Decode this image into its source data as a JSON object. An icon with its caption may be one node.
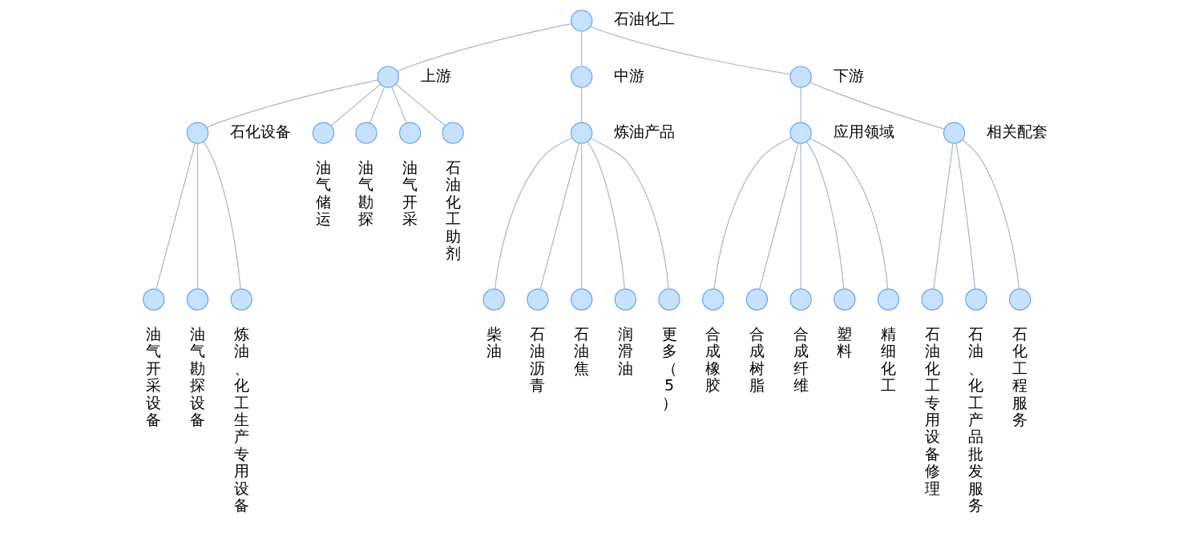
{
  "diagram": {
    "nodes": [
      {
        "text": [],
        "shape": "circle",
        "beside": [
          "石油化工"
        ]
      },
      {
        "text": [],
        "shape": "circle",
        "beside": [
          "上游"
        ]
      },
      {
        "text": [],
        "shape": "circle",
        "beside": [
          "中游"
        ]
      },
      {
        "text": [],
        "shape": "circle",
        "beside": [
          "下游"
        ]
      },
      {
        "text": [],
        "shape": "circle",
        "beside": [
          "石化设备"
        ]
      },
      {
        "text": [],
        "shape": "circle",
        "beside": [
          "油气储运"
        ]
      },
      {
        "text": [],
        "shape": "circle",
        "beside": [
          "油气勘探"
        ]
      },
      {
        "text": [],
        "shape": "circle",
        "beside": [
          "油气开采"
        ]
      },
      {
        "text": [],
        "shape": "circle",
        "beside": [
          "石油化工助剂"
        ]
      },
      {
        "text": [],
        "shape": "circle",
        "beside": [
          "炼油产品"
        ]
      },
      {
        "text": [],
        "shape": "circle",
        "beside": [
          "应用领域"
        ]
      },
      {
        "text": [],
        "shape": "circle",
        "beside": [
          "相关配套"
        ]
      },
      {
        "text": [],
        "shape": "circle",
        "beside": [
          "油气开采设备"
        ]
      },
      {
        "text": [],
        "shape": "circle",
        "beside": [
          "油气勘探设备"
        ]
      },
      {
        "text": [],
        "shape": "circle",
        "beside": [
          "炼油、化工生产专用设备"
        ]
      },
      {
        "text": [],
        "shape": "circle",
        "beside": [
          "柴油"
        ]
      },
      {
        "text": [],
        "shape": "circle",
        "beside": [
          "石油沥青"
        ]
      },
      {
        "text": [],
        "shape": "circle",
        "beside": [
          "石油焦"
        ]
      },
      {
        "text": [],
        "shape": "circle",
        "beside": [
          "润滑油"
        ]
      },
      {
        "text": [],
        "shape": "circle",
        "beside": [
          "更多（5）"
        ]
      },
      {
        "text": [],
        "shape": "circle",
        "beside": [
          "合成橡胶"
        ]
      },
      {
        "text": [],
        "shape": "circle",
        "beside": [
          "合成树脂"
        ]
      },
      {
        "text": [],
        "shape": "circle",
        "beside": [
          "合成纤维"
        ]
      },
      {
        "text": [],
        "shape": "circle",
        "beside": [
          "塑料"
        ]
      },
      {
        "text": [],
        "shape": "circle",
        "beside": [
          "精细化工"
        ]
      },
      {
        "text": [],
        "shape": "circle",
        "beside": [
          "石油化工专用设备修理"
        ]
      },
      {
        "text": [],
        "shape": "circle",
        "beside": [
          "石油、化工产品批发服务"
        ]
      },
      {
        "text": [],
        "shape": "circle",
        "beside": [
          "石化工程服务"
        ]
      }
    ],
    "edges": [
      {
        "from": 0,
        "to": 1,
        "arrow": "none"
      },
      {
        "from": 0,
        "to": 2,
        "arrow": "none"
      },
      {
        "from": 0,
        "to": 3,
        "arrow": "none"
      },
      {
        "from": 1,
        "to": 4,
        "arrow": "none"
      },
      {
        "from": 1,
        "to": 5,
        "arrow": "none"
      },
      {
        "from": 1,
        "to": 6,
        "arrow": "none"
      },
      {
        "from": 1,
        "to": 7,
        "arrow": "none"
      },
      {
        "from": 1,
        "to": 8,
        "arrow": "none"
      },
      {
        "from": 2,
        "to": 9,
        "arrow": "none"
      },
      {
        "from": 3,
        "to": 10,
        "arrow": "none"
      },
      {
        "from": 3,
        "to": 11,
        "arrow": "none"
      },
      {
        "from": 4,
        "to": 12,
        "arrow": "none"
      },
      {
        "from": 4,
        "to": 13,
        "arrow": "none"
      },
      {
        "from": 4,
        "to": 14,
        "arrow": "none"
      },
      {
        "from": 9,
        "to": 15,
        "arrow": "none"
      },
      {
        "from": 9,
        "to": 16,
        "arrow": "none"
      },
      {
        "from": 9,
        "to": 17,
        "arrow": "none"
      },
      {
        "from": 9,
        "to": 18,
        "arrow": "none"
      },
      {
        "from": 9,
        "to": 19,
        "arrow": "none"
      },
      {
        "from": 10,
        "to": 20,
        "arrow": "none"
      },
      {
        "from": 10,
        "to": 21,
        "arrow": "none"
      },
      {
        "from": 10,
        "to": 22,
        "arrow": "none"
      },
      {
        "from": 10,
        "to": 23,
        "arrow": "none"
      },
      {
        "from": 10,
        "to": 24,
        "arrow": "none"
      },
      {
        "from": 11,
        "to": 25,
        "arrow": "none"
      },
      {
        "from": 11,
        "to": 26,
        "arrow": "none"
      },
      {
        "from": 11,
        "to": 27,
        "arrow": "none"
      }
    ]
  }
}
